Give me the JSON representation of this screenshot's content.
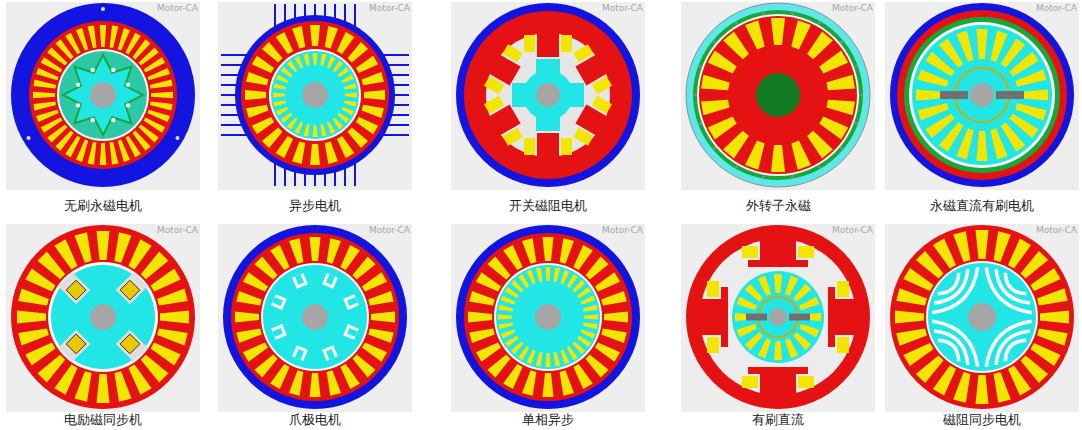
{
  "diagram": {
    "labels": [
      "Motor-CA",
      "Motor-CA",
      "Motor-CA",
      "Motor-CA",
      "Motor-CA",
      "无刷永磁电机",
      "异步电机",
      "开关磁阻电机",
      "外转子永磁",
      "永磁直流有刷电机",
      "Motor-CA",
      "Motor-CA",
      "Motor-CA",
      "Motor-CA",
      "Motor-CA",
      "电励磁同步机",
      "爪极电机",
      "单相异步",
      "有刷直流",
      "磁阻同步电机"
    ]
  }
}
